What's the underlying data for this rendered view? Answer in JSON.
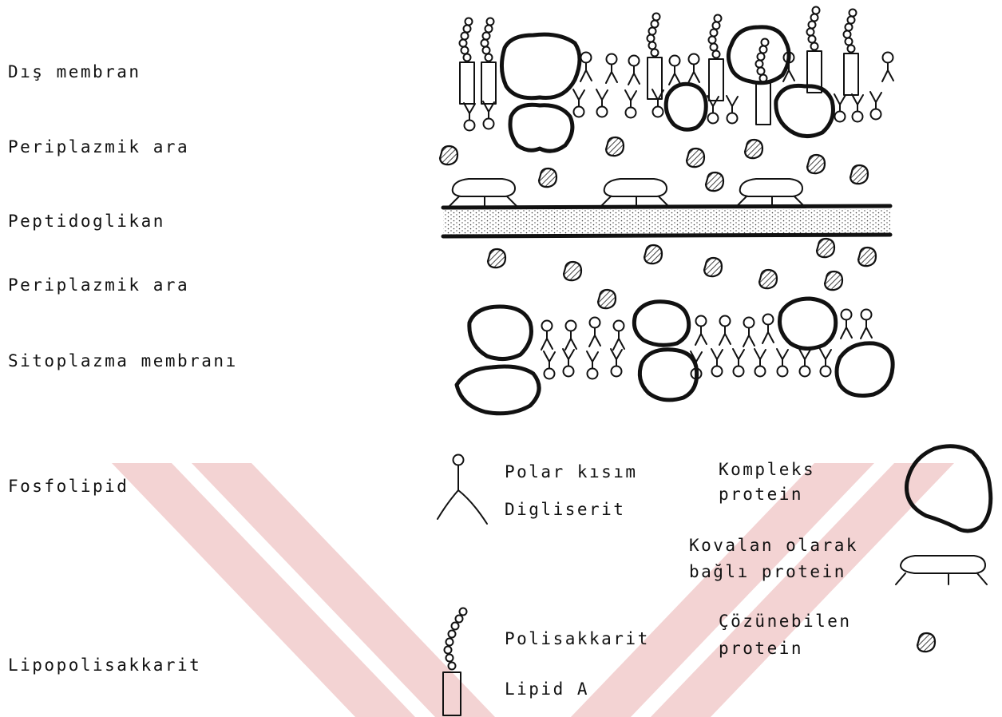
{
  "layers": {
    "outer_membrane": "Dış membran",
    "periplasm_top": "Periplazmik ara",
    "peptidoglycan": "Peptidoglikan",
    "periplasm_bottom": "Periplazmik ara",
    "cytoplasmic_membrane": "Sitoplazma membranı"
  },
  "legend": {
    "phospholipid": {
      "title": "Fosfolipid",
      "head": "Polar kısım",
      "tail": "Digliserit"
    },
    "lps": {
      "title": "Lipopolisakkarit",
      "chain": "Polisakkarit",
      "anchor": "Lipid A"
    },
    "complex_protein": {
      "line1": "Kompleks",
      "line2": "protein"
    },
    "covalent_protein": {
      "line1": "Kovalan olarak",
      "line2": "bağlı protein"
    },
    "soluble_protein": {
      "line1": "Çözünebilen",
      "line2": "protein"
    }
  },
  "colors": {
    "ink": "#111111",
    "watermark": "#f3d3d3",
    "background": "#ffffff"
  },
  "icons": {
    "phospholipid": "phospholipid-icon",
    "lps": "lipopolysaccharide-icon",
    "complex_protein": "complex-protein-icon",
    "covalent_protein": "covalent-protein-icon",
    "soluble_protein": "soluble-protein-icon"
  }
}
